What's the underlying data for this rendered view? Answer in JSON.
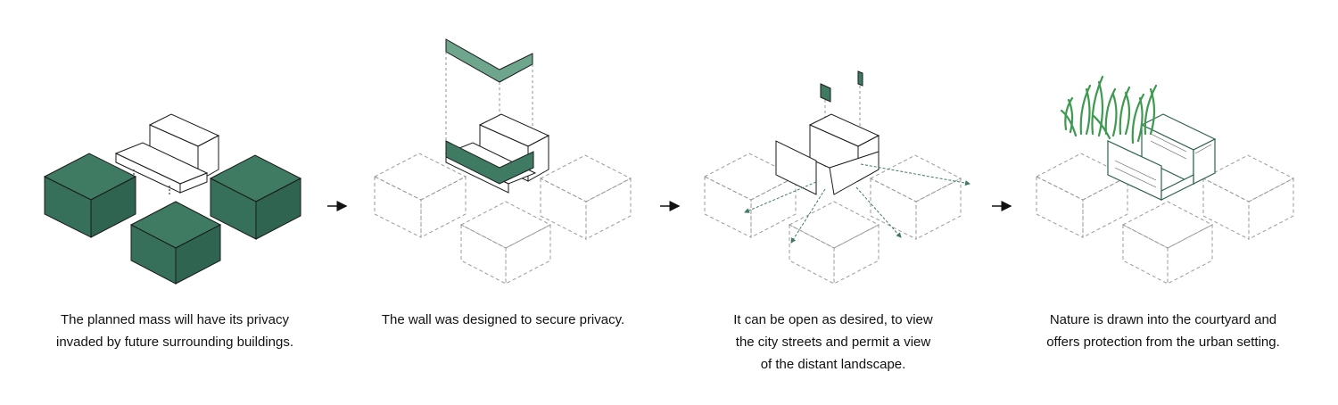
{
  "colors": {
    "accent_green": "#3f7a63",
    "light_green": "#6ea68d",
    "outline": "#1a1a1a",
    "dashed": "#9a9a9a",
    "grass": "#3d9a4f"
  },
  "steps": [
    {
      "caption_lines": [
        "The planned mass will have its privacy",
        "invaded by future surrounding buildings."
      ],
      "icon": "green-blocks-surrounding-mass"
    },
    {
      "caption_lines": [
        "The wall was designed to secure privacy."
      ],
      "icon": "wall-exploded-axonometric"
    },
    {
      "caption_lines": [
        "It can be open as desired, to view",
        "the city streets and permit a view",
        "of the distant landscape."
      ],
      "icon": "view-lines-axonometric"
    },
    {
      "caption_lines": [
        "Nature is drawn into the courtyard and",
        "offers protection from the urban setting."
      ],
      "icon": "courtyard-with-grass"
    }
  ],
  "arrows": [
    "arrow-right-icon",
    "arrow-right-icon",
    "arrow-right-icon"
  ]
}
